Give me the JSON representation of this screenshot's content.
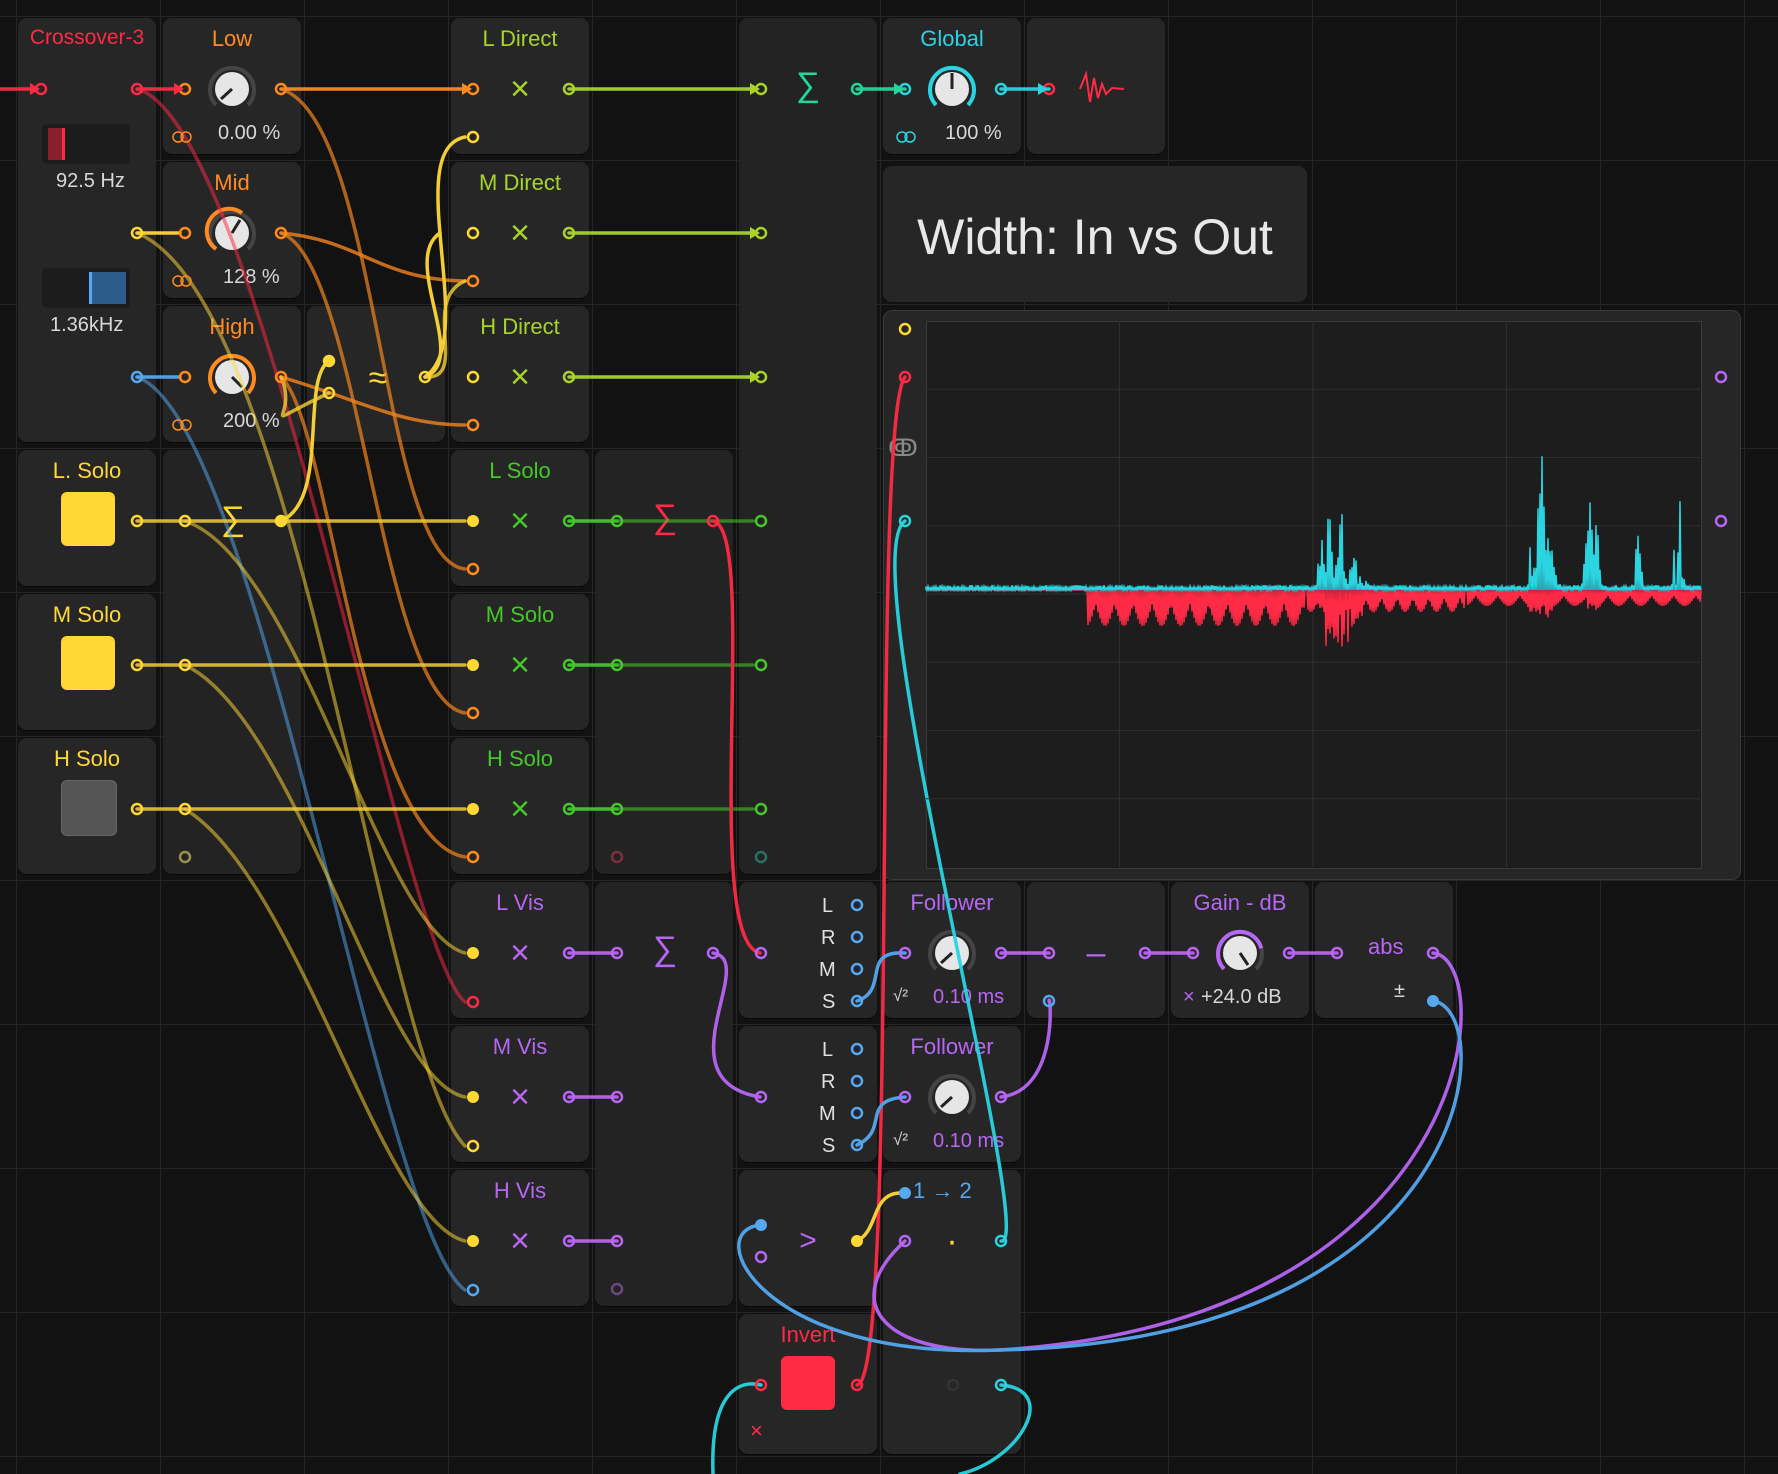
{
  "colors": {
    "background": "#121212",
    "module": "#262626",
    "red": "#ff2a45",
    "orange": "#ff8a1f",
    "yellow": "#ffd838",
    "yellow_green": "#a8d42a",
    "green": "#45c82a",
    "teal": "#22d79a",
    "cyan": "#2ad4e0",
    "blue": "#56a8f0",
    "purple": "#b766f5"
  },
  "crossover": {
    "title": "Crossover-3",
    "freq1": "92.5 Hz",
    "freq2": "1.36kHz",
    "freq1_level": 0.12,
    "freq2_level": 0.6
  },
  "bands": {
    "low": {
      "label": "Low",
      "value": "0.00 %"
    },
    "mid": {
      "label": "Mid",
      "value": "128 %"
    },
    "high": {
      "label": "High",
      "value": "200 %"
    }
  },
  "solo": {
    "l_label": "L. Solo",
    "m_label": "M Solo",
    "h_label": "H Solo",
    "l_on": true,
    "m_on": true,
    "h_on": false
  },
  "direct": {
    "l": "L Direct",
    "m": "M Direct",
    "h": "H Direct"
  },
  "solo_mult": {
    "l": "L Solo",
    "m": "M  Solo",
    "h": "H Solo"
  },
  "vis": {
    "l": "L Vis",
    "m": "M  Vis",
    "h": "H Vis"
  },
  "symbols": {
    "sum": "∑",
    "mult": "×",
    "approx": "≈",
    "minus": "–",
    "greater": ">",
    "dot": "·",
    "link_icon": "ↂ"
  },
  "global": {
    "label": "Global",
    "value": "100 %"
  },
  "scope": {
    "title": "Width: In vs Out"
  },
  "split": {
    "l": "L",
    "r": "R",
    "m": "M",
    "s": "S"
  },
  "follower1": {
    "label": "Follower",
    "value": "0.10 ms",
    "mode": "√²"
  },
  "follower2": {
    "label": "Follower",
    "value": "0.10 ms",
    "mode": "√²"
  },
  "gain": {
    "label": "Gain - dB",
    "value": "+24.0 dB",
    "mult": "×"
  },
  "abs": {
    "label": "abs",
    "sign": "±"
  },
  "select": {
    "label": "1 → 2"
  },
  "invert": {
    "label": "Invert",
    "x": "×"
  }
}
